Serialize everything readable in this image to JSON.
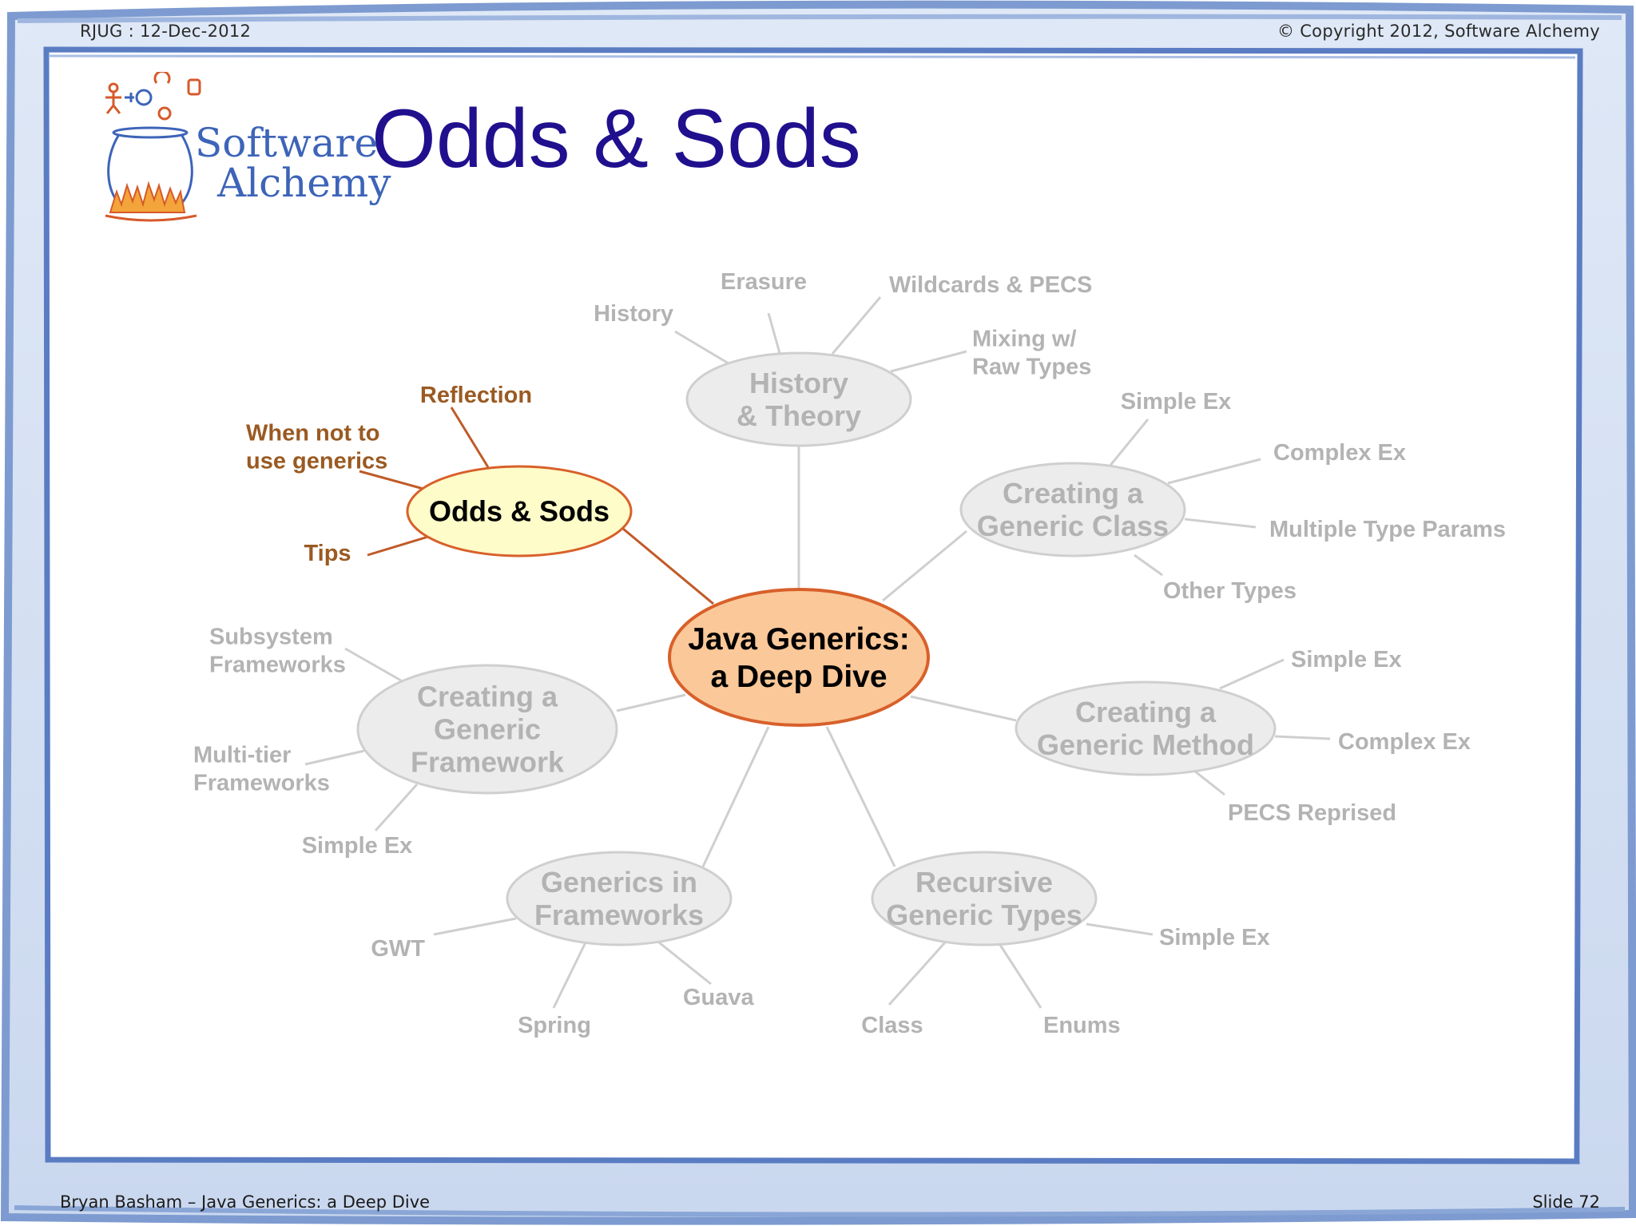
{
  "header": {
    "left": "RJUG : 12-Dec-2012",
    "right": "© Copyright 2012, Software Alchemy"
  },
  "footer": {
    "left": "Bryan Basham – Java Generics: a Deep Dive",
    "right": "Slide 72"
  },
  "logo": {
    "line1": "Software",
    "line2": "Alchemy"
  },
  "title": "Odds & Sods",
  "colors": {
    "title": "#20108e",
    "frame_border": "#6f8fc8",
    "center_fill": "#fbc899",
    "center_stroke": "#d8602a",
    "highlight_fill": "#fefcc8",
    "highlight_stroke": "#d8602a",
    "highlight_leaf_text": "#9a5a22",
    "highlight_connector": "#c05a28",
    "dim_fill": "#ececec",
    "dim_stroke": "#cfcfcf",
    "dim_text": "#b3b3b3"
  },
  "mindmap": {
    "center": {
      "lines": [
        "Java Generics:",
        "a Deep Dive"
      ]
    },
    "branches": {
      "history": {
        "lines": [
          "History",
          "& Theory"
        ],
        "leaves": {
          "history": [
            "History"
          ],
          "erasure": [
            "Erasure"
          ],
          "wildcards": [
            "Wildcards & PECS"
          ],
          "mixing": [
            "Mixing w/",
            "Raw Types"
          ]
        }
      },
      "generic_class": {
        "lines": [
          "Creating a",
          "Generic Class"
        ],
        "leaves": {
          "simple": [
            "Simple Ex"
          ],
          "complex": [
            "Complex Ex"
          ],
          "multiple": [
            "Multiple Type Params"
          ],
          "other": [
            "Other Types"
          ]
        }
      },
      "generic_method": {
        "lines": [
          "Creating a",
          "Generic Method"
        ],
        "leaves": {
          "simple": [
            "Simple Ex"
          ],
          "complex": [
            "Complex Ex"
          ],
          "pecs": [
            "PECS Reprised"
          ]
        }
      },
      "recursive": {
        "lines": [
          "Recursive",
          "Generic Types"
        ],
        "leaves": {
          "simple": [
            "Simple Ex"
          ],
          "class": [
            "Class"
          ],
          "enums": [
            "Enums"
          ]
        }
      },
      "frameworks": {
        "lines": [
          "Generics in",
          "Frameworks"
        ],
        "leaves": {
          "gwt": [
            "GWT"
          ],
          "spring": [
            "Spring"
          ],
          "guava": [
            "Guava"
          ]
        }
      },
      "framework": {
        "lines": [
          "Creating a",
          "Generic",
          "Framework"
        ],
        "leaves": {
          "subsystem": [
            "Subsystem",
            "Frameworks"
          ],
          "multitier": [
            "Multi-tier",
            "Frameworks"
          ],
          "simple": [
            "Simple Ex"
          ]
        }
      },
      "odds": {
        "lines": [
          "Odds & Sods"
        ],
        "leaves": {
          "reflection": [
            "Reflection"
          ],
          "when_not": [
            "When not to",
            "use generics"
          ],
          "tips": [
            "Tips"
          ]
        }
      }
    }
  }
}
